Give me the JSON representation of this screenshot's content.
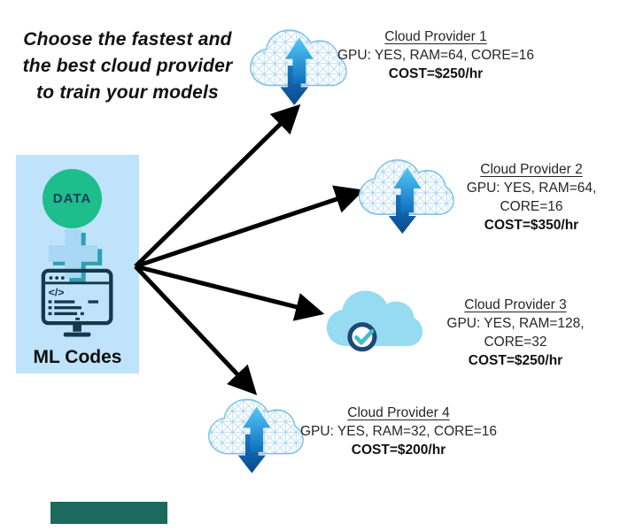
{
  "title": {
    "line1": "Choose the fastest and",
    "line2": "the best cloud provider",
    "line3": "to train your models"
  },
  "source": {
    "data_label": "DATA",
    "caption": "ML Codes"
  },
  "providers": [
    {
      "name": "Cloud Provider 1",
      "specs": "GPU: YES, RAM=64, CORE=16",
      "cost": "COST=$250/hr",
      "icon": "wireframe-cloud-updown"
    },
    {
      "name": "Cloud Provider 2",
      "specs": "GPU: YES, RAM=64, CORE=16",
      "cost": "COST=$350/hr",
      "icon": "wireframe-cloud-updown"
    },
    {
      "name": "Cloud Provider 3",
      "specs": "GPU: YES, RAM=128, CORE=32",
      "cost": "COST=$250/hr",
      "icon": "solid-cloud-check"
    },
    {
      "name": "Cloud Provider 4",
      "specs": "GPU: YES, RAM=32, CORE=16",
      "cost": "COST=$200/hr",
      "icon": "wireframe-cloud-updown"
    }
  ],
  "colors": {
    "source_box": "#BEE3FA",
    "data_circle": "#1EBD8C",
    "plus_face": "#A9D8F5",
    "plus_side": "#2E9FB0",
    "monitor_outline": "#14384E",
    "arrow": "#000000",
    "solid_cloud": "#97DBF1",
    "check_ring": "#1E4876",
    "check_mark": "#47BBCE",
    "wire_cloud_line": "#7CC0E6",
    "upload_arrow_top": "#55C8F7",
    "upload_arrow_bottom": "#0E6FBE",
    "download_arrow_top": "#1778C6",
    "download_arrow_bottom": "#0A4A8C",
    "bottom_bar": "#1A6A5E"
  }
}
